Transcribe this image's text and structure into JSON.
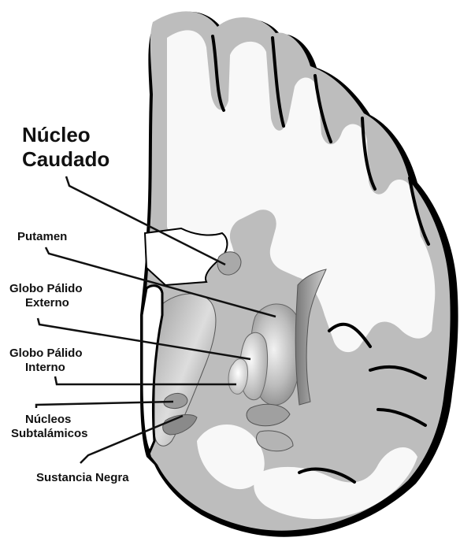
{
  "labels": {
    "caudate": [
      "Núcleo",
      "Caudado"
    ],
    "putamen": [
      "Putamen"
    ],
    "gpe": [
      "Globo Pálido",
      "Externo"
    ],
    "gpi": [
      "Globo Pálido",
      "Interno"
    ],
    "stn": [
      "Núcleos",
      "Subtalámicos"
    ],
    "sn": [
      "Sustancia Negra"
    ]
  },
  "colors": {
    "outline": "#000000",
    "cortex_gray": "#bdbdbd",
    "white_matter": "#f8f8f8",
    "nucleus_dark": "#8a8a8a",
    "nucleus_light": "#d8d8d8",
    "leader_line": "#111111"
  }
}
